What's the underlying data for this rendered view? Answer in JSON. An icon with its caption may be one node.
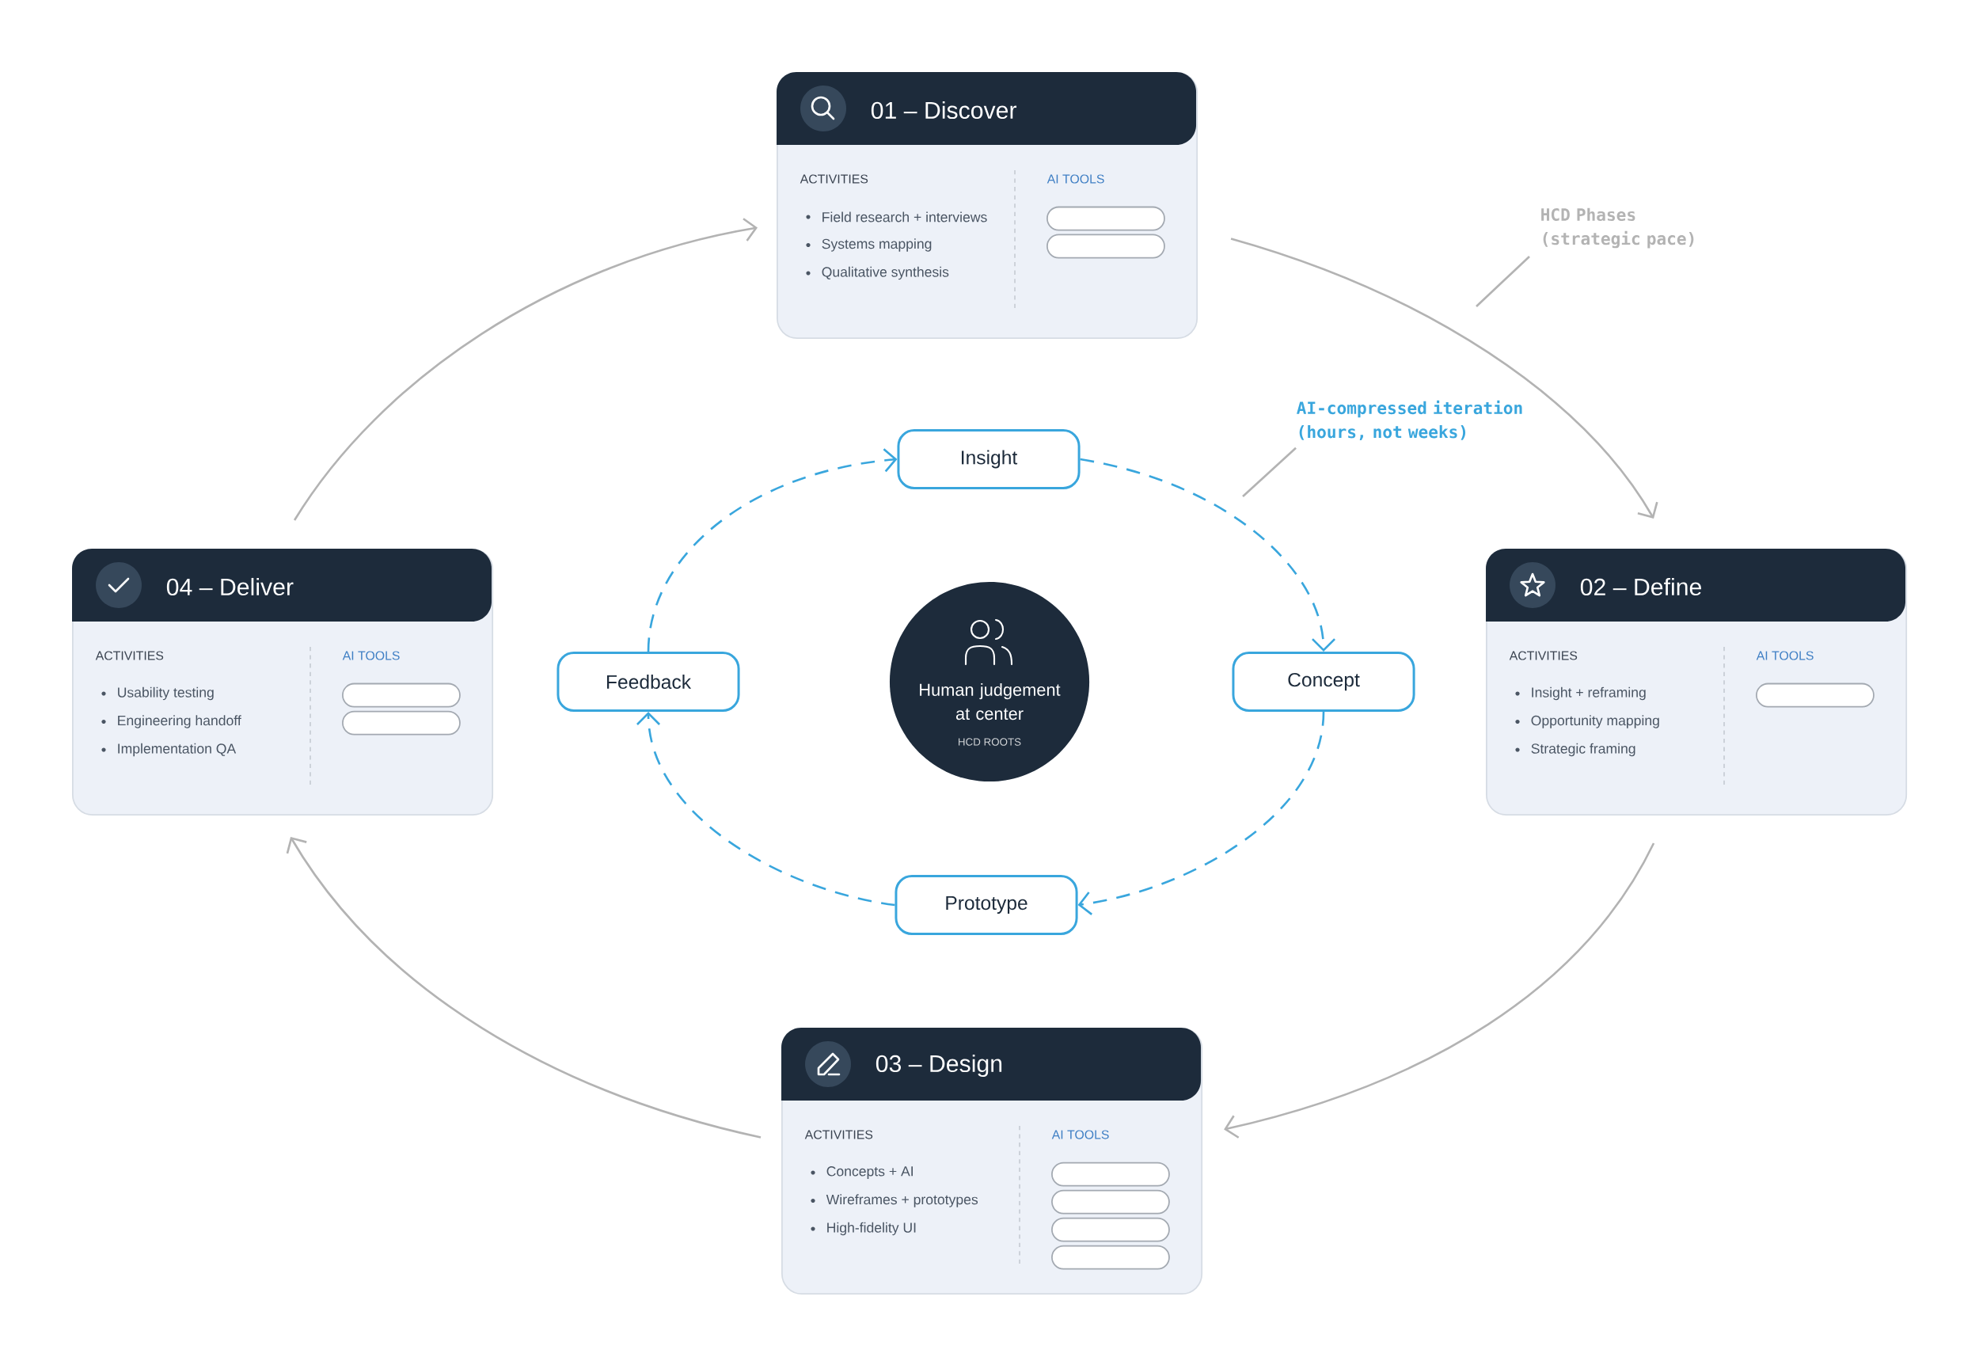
{
  "diagram": {
    "nodes": [
      {
        "text": [
          "01 – Discover",
          "ACTIVITIES",
          "Field research + interviews",
          "Systems mapping",
          "Qualitative synthesis",
          "AI TOOLS"
        ]
      },
      {
        "text": [],
        "shape": "box",
        "in": 0
      },
      {
        "text": [],
        "shape": "box",
        "in": 0
      },
      {
        "text": [
          "HCD Phases (strategic pace)"
        ]
      },
      {
        "text": [
          "AI-compressed iteration (hours, not weeks)"
        ]
      },
      {
        "text": [
          "Insight"
        ]
      },
      {
        "text": [
          "04 – Deliver",
          "ACTIVITIES",
          "Usability testing",
          "Engineering handoff",
          "Implementation QA",
          "AI TOOLS"
        ]
      },
      {
        "text": [],
        "shape": "box",
        "in": 6
      },
      {
        "text": [],
        "shape": "box",
        "in": 6
      },
      {
        "text": [
          "Feedback"
        ]
      },
      {
        "text": [
          "Human judgement at center",
          "HCD ROOTS"
        ]
      },
      {
        "text": [
          "Concept"
        ]
      },
      {
        "text": [
          "02 – Define",
          "ACTIVITIES",
          "Insight + reframing",
          "Opportunity mapping",
          "Strategic framing",
          "AI TOOLS"
        ]
      },
      {
        "text": [],
        "shape": "box",
        "in": 12
      },
      {
        "text": [
          "Prototype"
        ]
      },
      {
        "text": [
          "03 – Design",
          "ACTIVITIES",
          "Concepts + AI",
          "Wireframes + prototypes",
          "High-fidelity UI",
          "AI TOOLS"
        ]
      },
      {
        "text": [],
        "shape": "box",
        "in": 15
      },
      {
        "text": [],
        "shape": "box",
        "in": 15
      },
      {
        "text": [],
        "shape": "box",
        "in": 15
      },
      {
        "text": [],
        "shape": "box",
        "in": 15
      }
    ],
    "edges": [
      {
        "from": 0,
        "to": 12,
        "arrow": "to"
      },
      {
        "from": 12,
        "to": 15,
        "arrow": "to"
      },
      {
        "from": 15,
        "to": 6,
        "arrow": "to"
      },
      {
        "from": 6,
        "to": 0,
        "arrow": "to"
      },
      {
        "from": 5,
        "to": 11,
        "arrow": "to",
        "style": "dashed",
        "color": "#39a6dd"
      },
      {
        "from": 11,
        "to": 14,
        "arrow": "to",
        "style": "dashed",
        "color": "#39a6dd"
      },
      {
        "from": 14,
        "to": 9,
        "arrow": "to",
        "style": "dashed",
        "color": "#39a6dd"
      },
      {
        "from": 9,
        "to": 5,
        "arrow": "to",
        "style": "dashed",
        "color": "#39a6dd"
      },
      {
        "from": 3,
        "to": null,
        "arrow": "none"
      },
      {
        "from": 4,
        "to": null,
        "arrow": "none"
      }
    ]
  }
}
